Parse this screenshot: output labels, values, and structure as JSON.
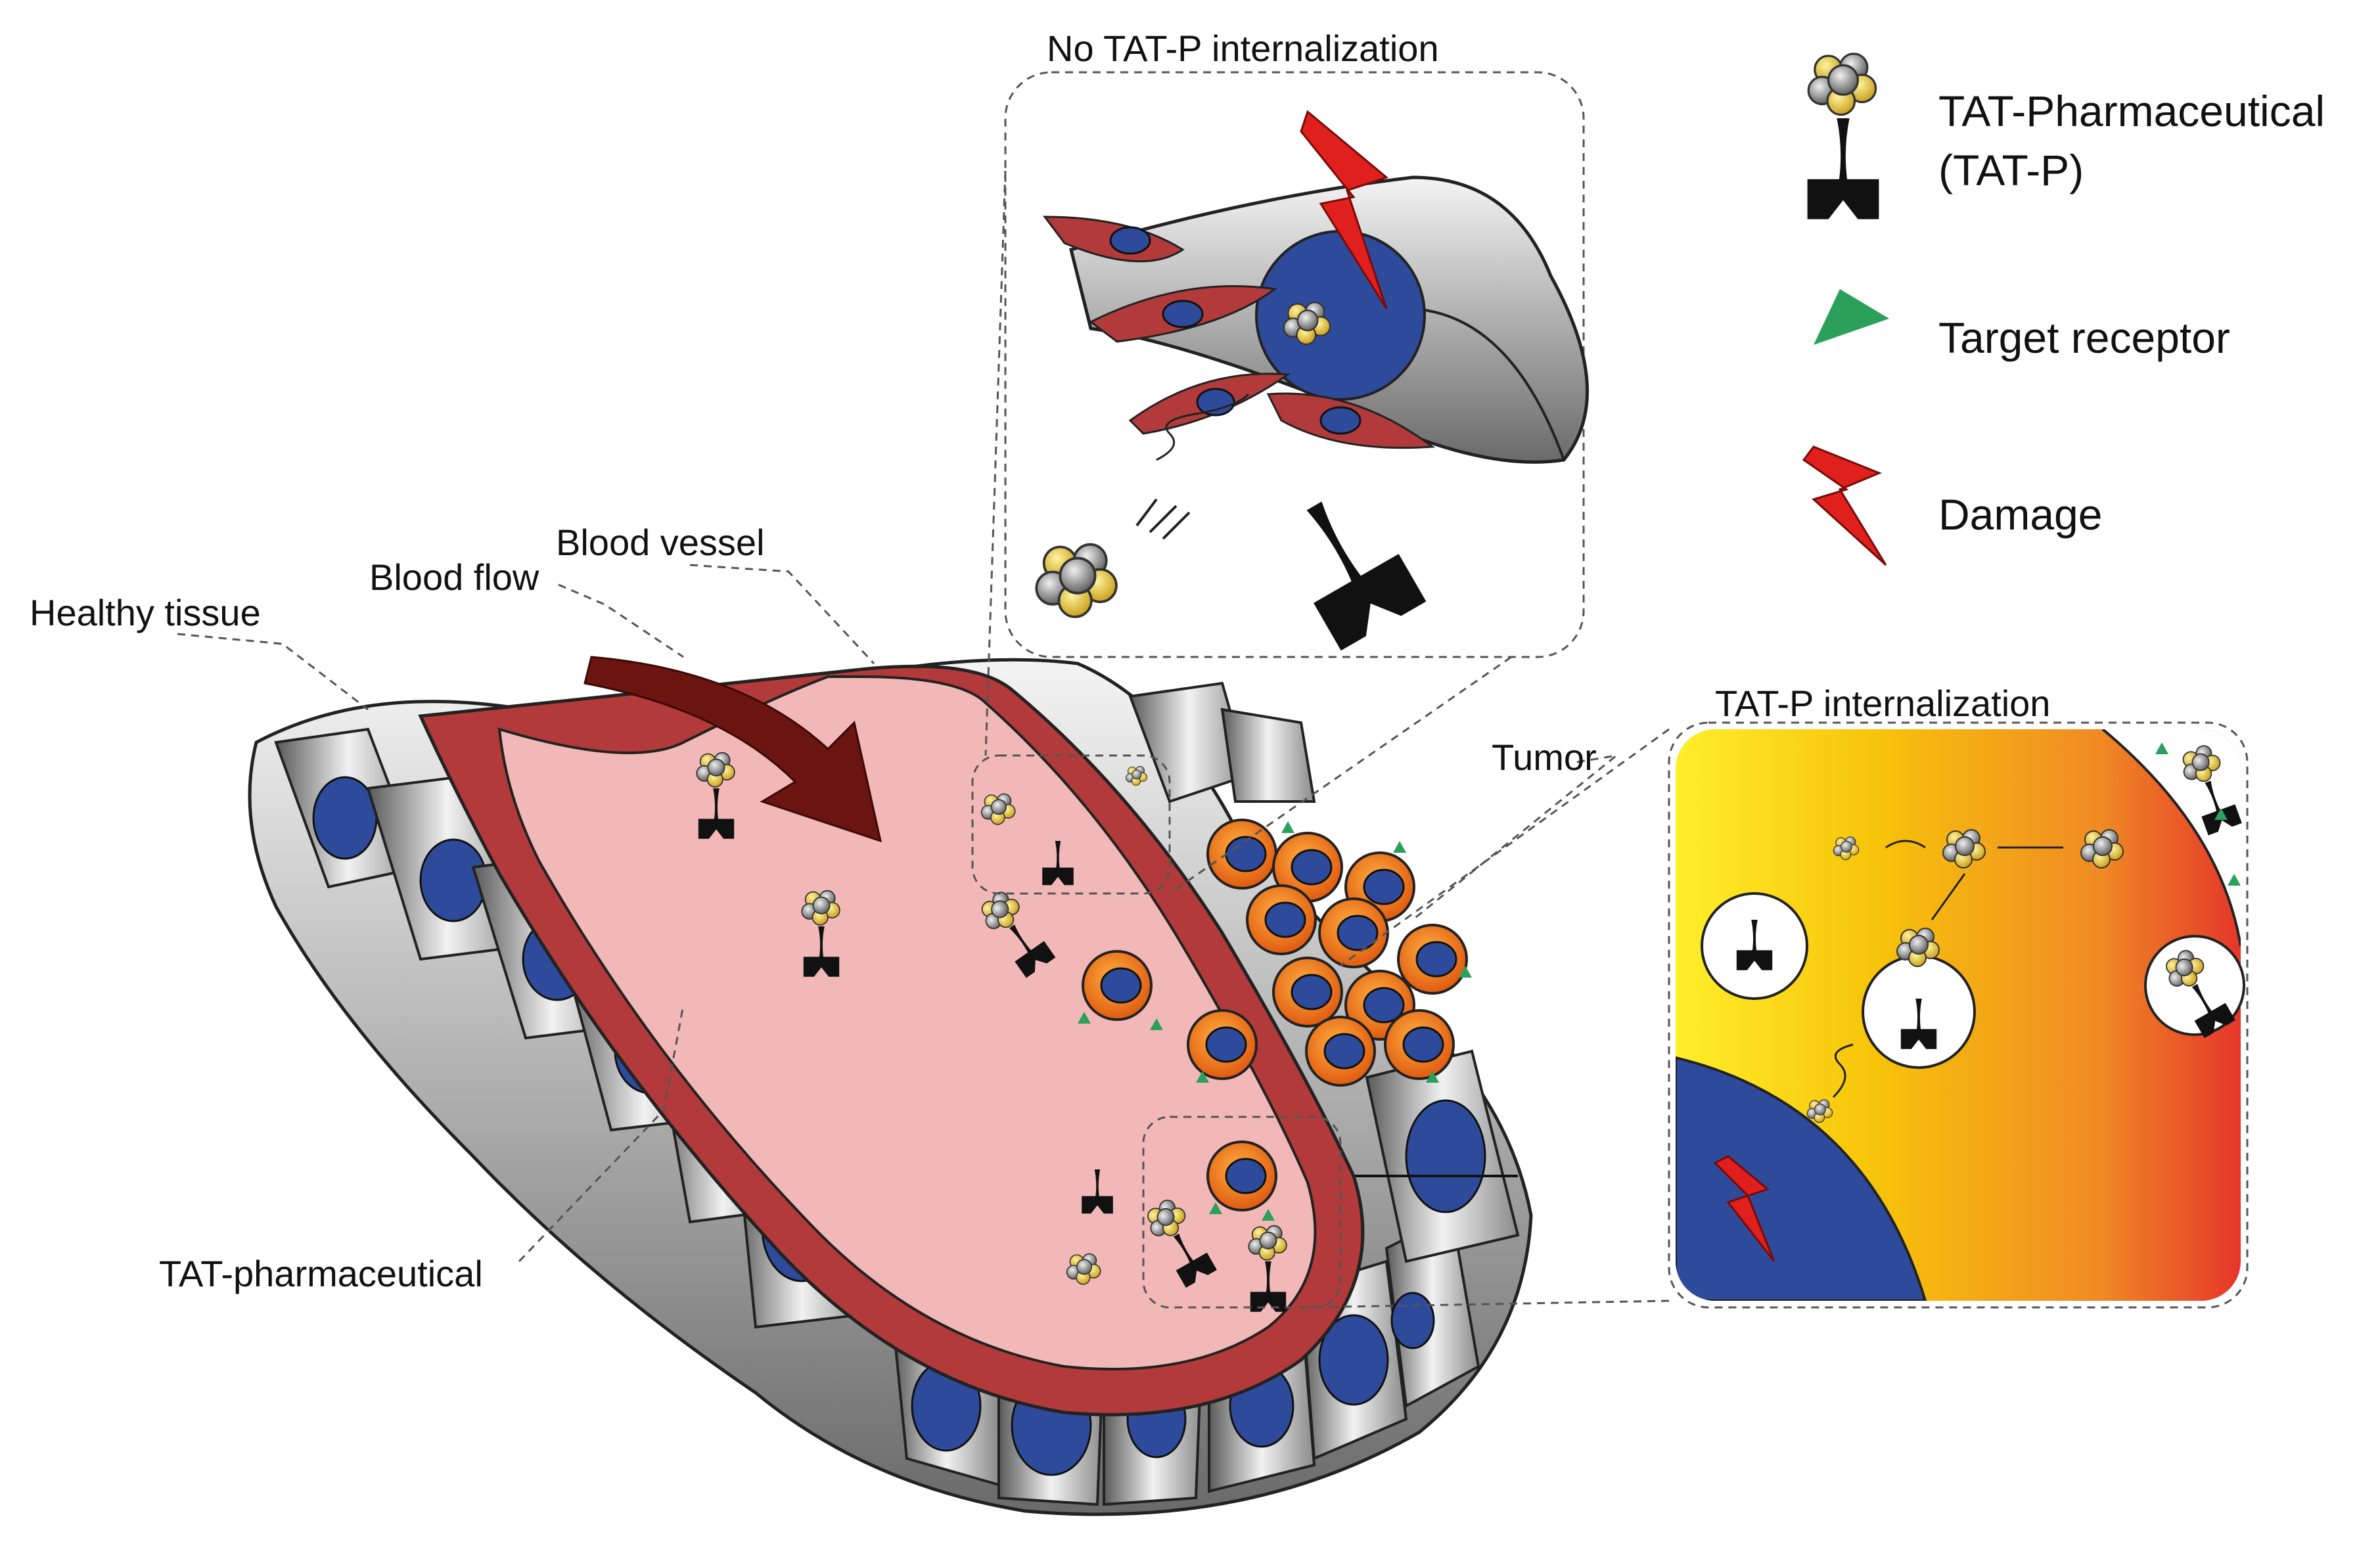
{
  "labels": {
    "healthy_tissue": "Healthy tissue",
    "blood_flow": "Blood flow",
    "blood_vessel": "Blood vessel",
    "tat_pharmaceutical": "TAT-pharmaceutical",
    "tumor": "Tumor",
    "no_internalization": "No TAT-P internalization",
    "internalization": "TAT-P internalization"
  },
  "legend": {
    "tat_p_line1": "TAT-Pharmaceutical",
    "tat_p_line2": "(TAT-P)",
    "target_receptor": "Target receptor",
    "damage": "Damage"
  },
  "colors": {
    "vessel_wall": "#b23a3a",
    "lumen": "#f2b8b8",
    "nucleus": "#2e4a9b",
    "receptor": "#2aa05a",
    "damage": "#e0201c",
    "arrow": "#6b1410",
    "tumor_cell": "#f08a1c"
  },
  "icons": [
    "nanoparticle-icon",
    "peptide-carrier-icon",
    "receptor-triangle-icon",
    "lightning-damage-icon",
    "flow-arrow-icon"
  ]
}
